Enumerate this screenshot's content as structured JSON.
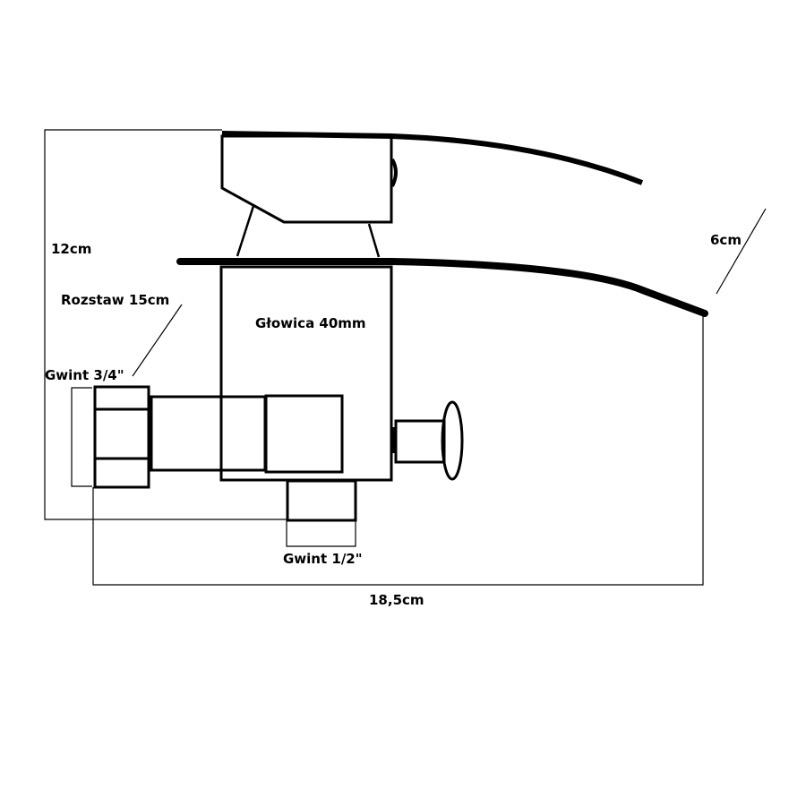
{
  "labels": {
    "height": "12cm",
    "spacing": "Rozstaw 15cm",
    "cartridge": "Głowica 40mm",
    "thread_inlet": "Gwint 3/4\"",
    "thread_outlet": "Gwint 1/2\"",
    "length": "18,5cm",
    "spout_height": "6cm"
  },
  "colors": {
    "ink": "#000000",
    "background": "#ffffff"
  }
}
